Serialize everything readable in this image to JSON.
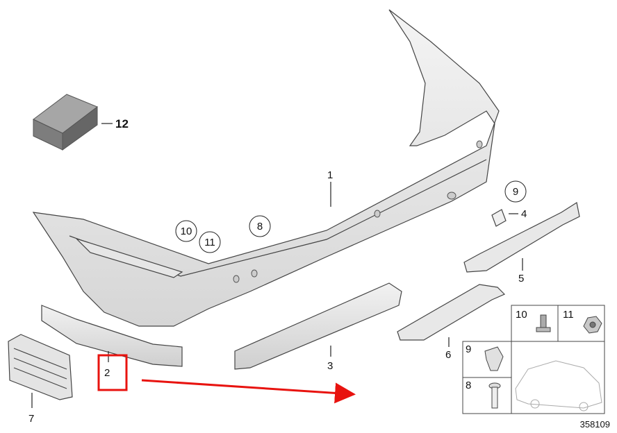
{
  "diagram": {
    "callouts": {
      "p1": "1",
      "p2": "2",
      "p3": "3",
      "p4": "4",
      "p5": "5",
      "p6": "6",
      "p7": "7",
      "p8": "8",
      "p9": "9",
      "p10": "10",
      "p11": "11",
      "p12": "12"
    },
    "legend": {
      "c10": "10",
      "c11": "11",
      "c9": "9",
      "c8": "8"
    },
    "part_number": "358109",
    "highlight_color": "#e8130f"
  }
}
